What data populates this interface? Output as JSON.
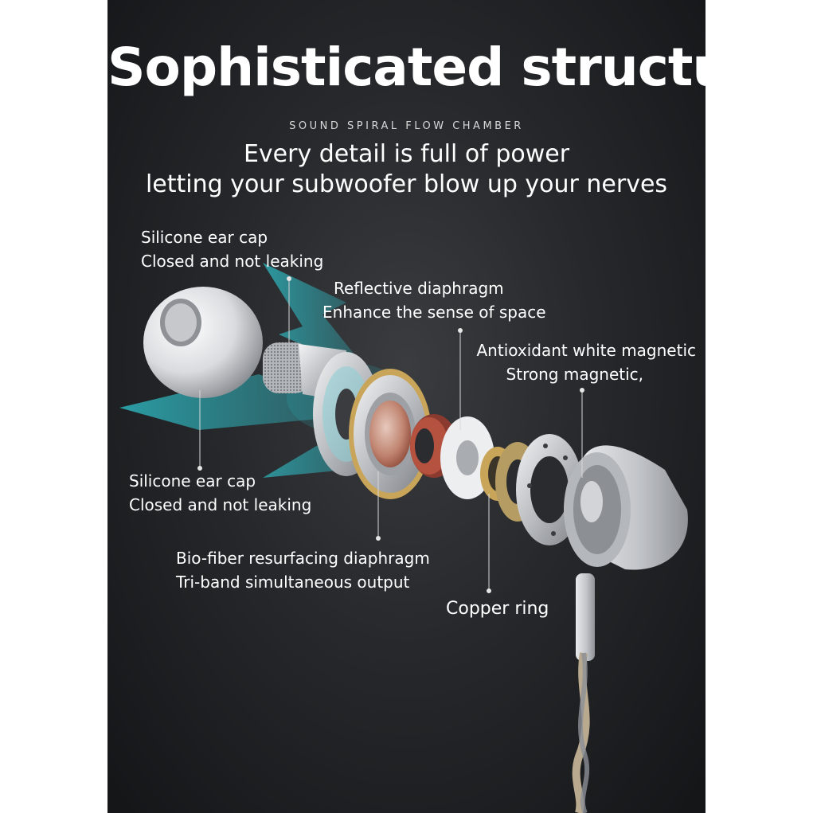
{
  "headline": "Sophisticated structure",
  "kicker": "SOUND SPIRAL FLOW CHAMBER",
  "subheadline": {
    "line1": "Every detail is full of power",
    "line2": "letting your subwoofer blow up your nerves"
  },
  "callouts": {
    "ear_cap_top": {
      "line1": "Silicone ear cap",
      "line2": "Closed and not leaking"
    },
    "reflective_diaphragm": {
      "line1": "Reflective diaphragm",
      "line2": "Enhance the sense of space"
    },
    "magnet": {
      "line1": "Antioxidant white magnetic",
      "line2": "Strong magnetic,"
    },
    "ear_cap_bottom": {
      "line1": "Silicone ear cap",
      "line2": "Closed and not leaking"
    },
    "bio_fiber_diaphragm": {
      "line1": "Bio-fiber resurfacing diaphragm",
      "line2": "Tri-band simultaneous output"
    },
    "copper_ring": {
      "line1": "Copper ring"
    }
  },
  "colors": {
    "background": "#1e2023",
    "text": "#ffffff",
    "airflow": "#2fb9c2",
    "copper": "#b5523f",
    "gold": "#c9a55a",
    "silver": "#c8cacd"
  }
}
